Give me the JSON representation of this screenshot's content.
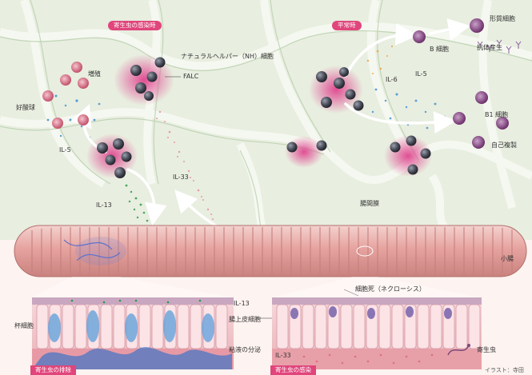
{
  "pills": {
    "infection_top": "寄生虫の感染時",
    "normal": "平常時"
  },
  "labels": {
    "nh_cell": "ナチュラルヘルパー（NH）細胞",
    "falc": "FALC",
    "zoushoku": "増殖",
    "kousankyu": "好酸球",
    "il5_left": "IL-5",
    "il33_mid": "IL-33",
    "il13_left": "IL-13",
    "il6": "IL-6",
    "il5_right": "IL-5",
    "b_cell": "B 細胞",
    "plasma_cell": "形質細胞",
    "antibody": "抗体産生",
    "b1_cell": "B1 細胞",
    "self_replicate": "自己複製",
    "mesentery": "腸間膜",
    "small_intestine": "小腸",
    "il13_bottom": "IL-13",
    "goblet": "杯細胞",
    "epithelium": "腸上皮細胞",
    "mucus": "粘液の分泌",
    "necrosis": "細胞死（ネクローシス）",
    "il33_bottom": "IL-33",
    "parasite": "寄生虫"
  },
  "bottom_tags": {
    "exclusion": "寄生虫の排除",
    "infection": "寄生虫の感染"
  },
  "credit": "イラスト：寺田",
  "colors": {
    "background": "#fdf3f0",
    "mesentery": "#cfe0c6",
    "falc": "#e05a9a",
    "cell": "#4a4e5a",
    "intestine": "#e7a7a1",
    "pill": "#e0457b",
    "dot_blue": "#3a8fd6"
  }
}
